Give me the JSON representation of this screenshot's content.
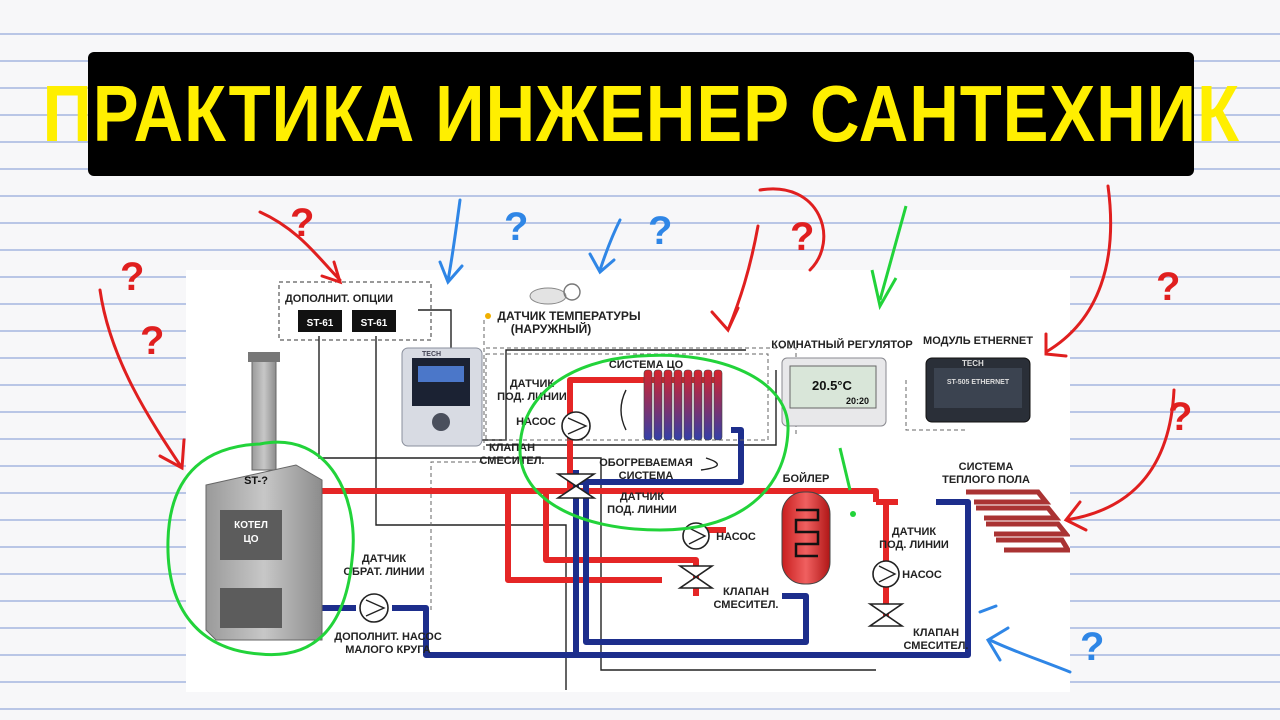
{
  "title": "ПРАКТИКА ИНЖЕНЕР САНТЕХНИК",
  "colors": {
    "title_bg": "#000000",
    "title_text": "#ffef00",
    "supply_pipe": "#e52626",
    "return_pipe": "#1d2e8c",
    "red_marker": "#e01f1f",
    "blue_marker": "#2f86e6",
    "green_marker": "#22d33a"
  },
  "diagram": {
    "options_box": "ДОПОЛНИТ. ОПЦИИ",
    "st61_a": "ST-61",
    "st61_b": "ST-61",
    "outdoor_sensor_1": "ДАТЧИК ТЕМПЕРАТУРЫ",
    "outdoor_sensor_2": "(НАРУЖНЫЙ)",
    "room_regulator": "КОМНАТНЫЙ РЕГУЛЯТОР",
    "ethernet_module": "МОДУЛЬ ETHERNET",
    "boiler_label": "ST-?",
    "boiler_name_1": "КОТЕЛ",
    "boiler_name_2": "ЦО",
    "co_system": "СИСТЕМА ЦО",
    "feed_sensor_1a": "ДАТЧИК",
    "feed_sensor_1b": "ПОД. ЛИНИИ",
    "pump_1": "НАСОС",
    "valve_1a": "КЛАПАН",
    "valve_1b": "СМЕСИТЕЛ.",
    "heated_1": "ОБОГРЕВАЕМАЯ",
    "heated_2": "СИСТЕМА",
    "feed_sensor_2a": "ДАТЧИК",
    "feed_sensor_2b": "ПОД. ЛИНИИ",
    "pump_2": "НАСОС",
    "valve_2a": "КЛАПАН",
    "valve_2b": "СМЕСИТЕЛ.",
    "water_heater": "БОЙЛЕР",
    "floor_1": "СИСТЕМА",
    "floor_2": "ТЕПЛОГО ПОЛА",
    "feed_sensor_3a": "ДАТЧИК",
    "feed_sensor_3b": "ПОД. ЛИНИИ",
    "pump_3": "НАСОС",
    "valve_3a": "КЛАПАН",
    "valve_3b": "СМЕСИТЕЛ.",
    "return_sensor_1": "ДАТЧИК",
    "return_sensor_2": "ОБРАТ. ЛИНИИ",
    "small_pump_1": "ДОПОЛНИТ. НАСОС",
    "small_pump_2": "МАЛОГО КРУГА",
    "controller_brand": "TECH",
    "regulator_temp": "20.5°C",
    "regulator_time": "20:20",
    "module_brand": "TECH",
    "module_name": "ST-505 ETHERNET"
  },
  "annotations": {
    "mark": "?",
    "exclaim": "!"
  }
}
